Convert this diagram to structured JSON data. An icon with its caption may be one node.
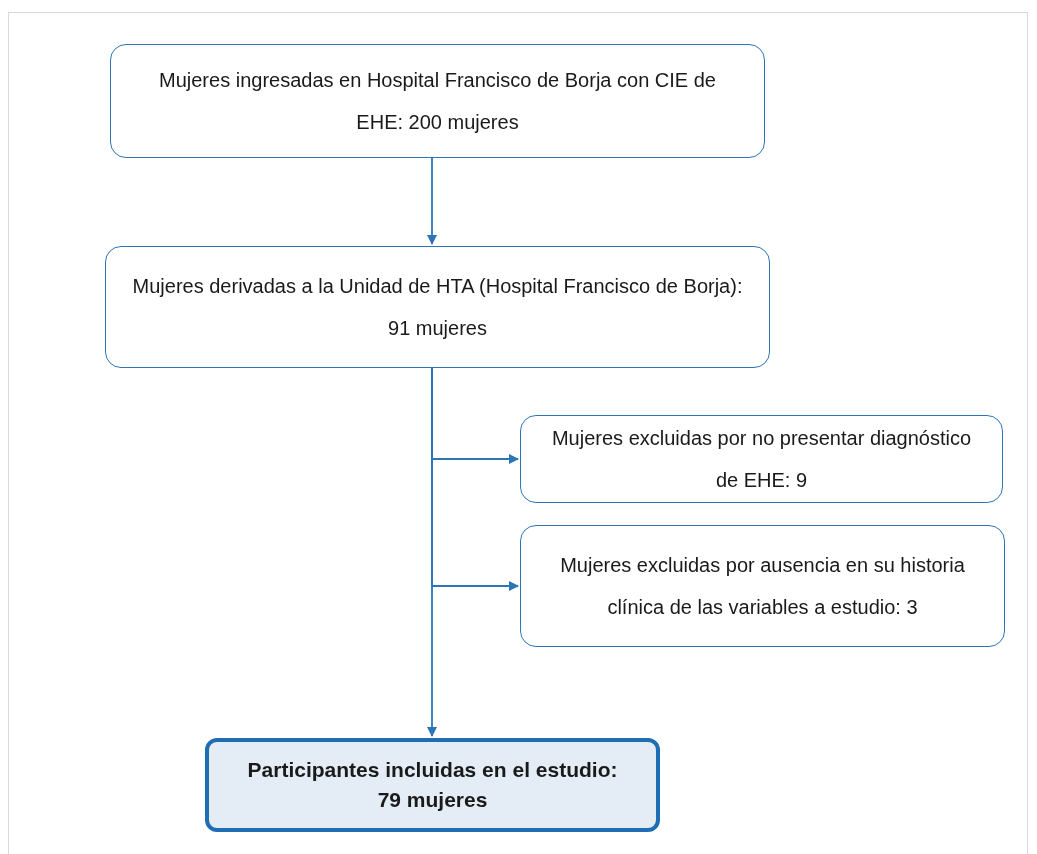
{
  "diagram": {
    "nodes": [
      {
        "text": [
          "Mujeres ingresadas en Hospital Francisco de Borja con CIE de EHE: 200 mujeres"
        ]
      },
      {
        "text": [
          "Mujeres derivadas a la Unidad de HTA (Hospital Francisco de Borja): 91 mujeres"
        ]
      },
      {
        "text": [
          "Mujeres excluidas por no presentar diagnóstico de EHE: 9"
        ]
      },
      {
        "text": [
          "Mujeres excluidas por ausencia en su historia clínica de las variables a estudio: 3"
        ]
      },
      {
        "text": [
          "Participantes incluidas en el estudio: 79 mujeres"
        ]
      }
    ],
    "edges": [
      {
        "from": 0,
        "to": 1,
        "arrow": "to"
      },
      {
        "from": 1,
        "to": 2,
        "arrow": "to"
      },
      {
        "from": 1,
        "to": 3,
        "arrow": "to"
      },
      {
        "from": 1,
        "to": 4,
        "arrow": "to"
      }
    ]
  }
}
